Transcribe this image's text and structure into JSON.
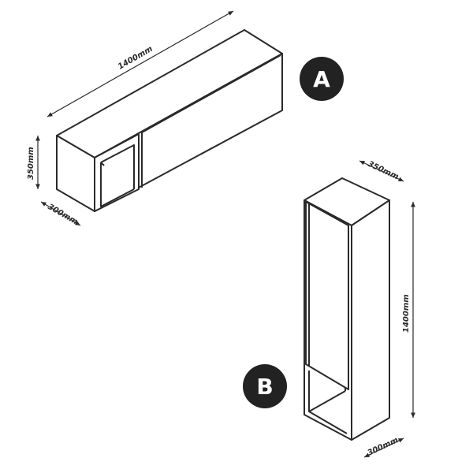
{
  "units": {
    "a_length": "1400mm",
    "a_height": "350mm",
    "a_depth": "300mm",
    "b_depth": "350mm",
    "b_height": "1400mm",
    "b_width": "300mm"
  },
  "badges": {
    "a": "A",
    "b": "B"
  },
  "colors": {
    "ink": "#2a2a2a",
    "badge": "#222222",
    "background": "#ffffff"
  }
}
